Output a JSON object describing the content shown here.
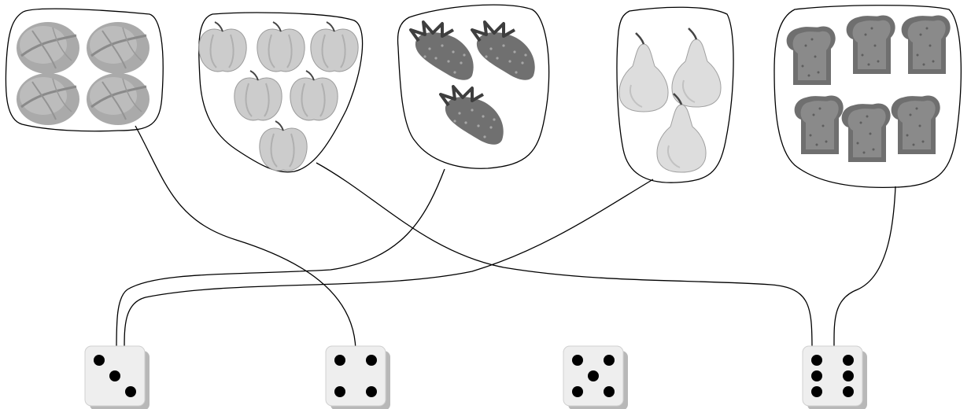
{
  "groups": [
    {
      "id": "cabbage",
      "item": "cabbage-icon",
      "count": 4
    },
    {
      "id": "apple",
      "item": "apple-icon",
      "count": 6
    },
    {
      "id": "strawberry",
      "item": "strawberry-icon",
      "count": 3
    },
    {
      "id": "pear",
      "item": "pear-icon",
      "count": 3
    },
    {
      "id": "bread",
      "item": "bread-slice-icon",
      "count": 6
    }
  ],
  "dice": [
    {
      "id": "die-3",
      "pips": 3
    },
    {
      "id": "die-4",
      "pips": 4
    },
    {
      "id": "die-5",
      "pips": 5
    },
    {
      "id": "die-6",
      "pips": 6
    }
  ],
  "connections": [
    {
      "from": "cabbage",
      "to": "die-4"
    },
    {
      "from": "apple",
      "to": "die-6"
    },
    {
      "from": "strawberry",
      "to": "die-3"
    },
    {
      "from": "pear",
      "to": "die-3"
    },
    {
      "from": "bread",
      "to": "die-6"
    }
  ],
  "colors": {
    "line": "#000000",
    "die_face": "#eeeeee",
    "die_shadow": "#b8b8b8",
    "pip": "#000000",
    "cabbage": "#a9a9a9",
    "apple": "#c9c9c9",
    "strawberry": "#6e6e6e",
    "pear": "#dadada",
    "bread": "#777777"
  }
}
